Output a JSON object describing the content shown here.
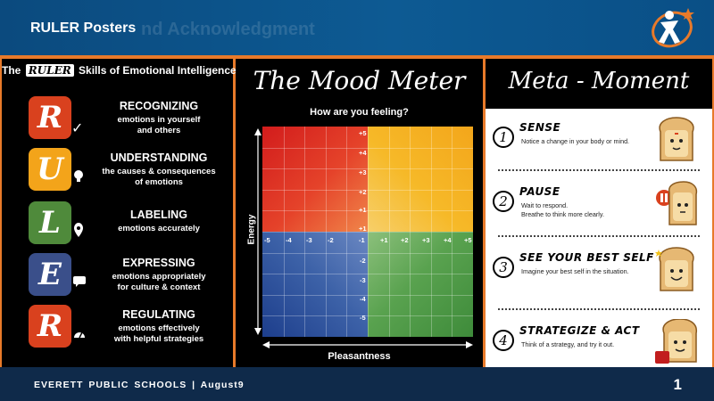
{
  "header": {
    "title": "RULER Posters",
    "ghost_text": "nd Acknowledgment"
  },
  "ruler_panel": {
    "title_prefix": "The",
    "title_ruler": "RULER",
    "title_suffix": "Skills of Emotional Intelligence",
    "skills": [
      {
        "letter": "R",
        "head": "RECOGNIZING",
        "desc": [
          "emotions in yourself",
          "and others"
        ],
        "color": "#d9411e",
        "deco": "✓"
      },
      {
        "letter": "U",
        "head": "UNDERSTANDING",
        "desc": [
          "the causes & consequences",
          "of emotions"
        ],
        "color": "#f3a41a",
        "deco": ""
      },
      {
        "letter": "L",
        "head": "LABELING",
        "desc": [
          "emotions accurately"
        ],
        "color": "#4f8a3b",
        "deco": ""
      },
      {
        "letter": "E",
        "head": "EXPRESSING",
        "desc": [
          "emotions appropriately",
          "for culture & context"
        ],
        "color": "#3a4f8a",
        "deco": ""
      },
      {
        "letter": "R",
        "head": "REGULATING",
        "desc": [
          "emotions effectively",
          "with helpful strategies"
        ],
        "color": "#d9411e",
        "deco": ""
      }
    ]
  },
  "mood_meter": {
    "title": "The Mood Meter",
    "subtitle": "How are you feeling?",
    "y_label": "Energy",
    "x_label": "Pleasantness",
    "y_ticks_top": [
      "+5",
      "+4",
      "+3",
      "+2",
      "+1",
      "+1"
    ],
    "y_ticks_bottom": [
      "-2",
      "-3",
      "-4",
      "-5"
    ],
    "x_ticks_left": [
      "-5",
      "-4",
      "-3",
      "-2",
      "-1"
    ],
    "x_ticks_right": [
      "+1",
      "+2",
      "+3",
      "+4",
      "+5"
    ],
    "quadrant_colors": {
      "red": "#d21c1c",
      "yellow": "#f3a61b",
      "blue": "#1d3e8c",
      "green": "#3e8b3a"
    }
  },
  "meta_moment": {
    "title": "Meta - Moment",
    "steps": [
      {
        "num": "1",
        "title": "SENSE",
        "desc": [
          "Notice a change in your body or mind."
        ]
      },
      {
        "num": "2",
        "title": "PAUSE",
        "desc": [
          "Wait to respond.",
          "Breathe to think more clearly."
        ]
      },
      {
        "num": "3",
        "title": "SEE YOUR BEST SELF",
        "desc": [
          "Imagine your best self in the situation."
        ]
      },
      {
        "num": "4",
        "title": "STRATEGIZE & ACT",
        "desc": [
          "Think of a strategy, and try it out."
        ]
      }
    ]
  },
  "footer": {
    "text": "EVERETT  PUBLIC  SCHOOLS   |  August9",
    "page": "1"
  }
}
